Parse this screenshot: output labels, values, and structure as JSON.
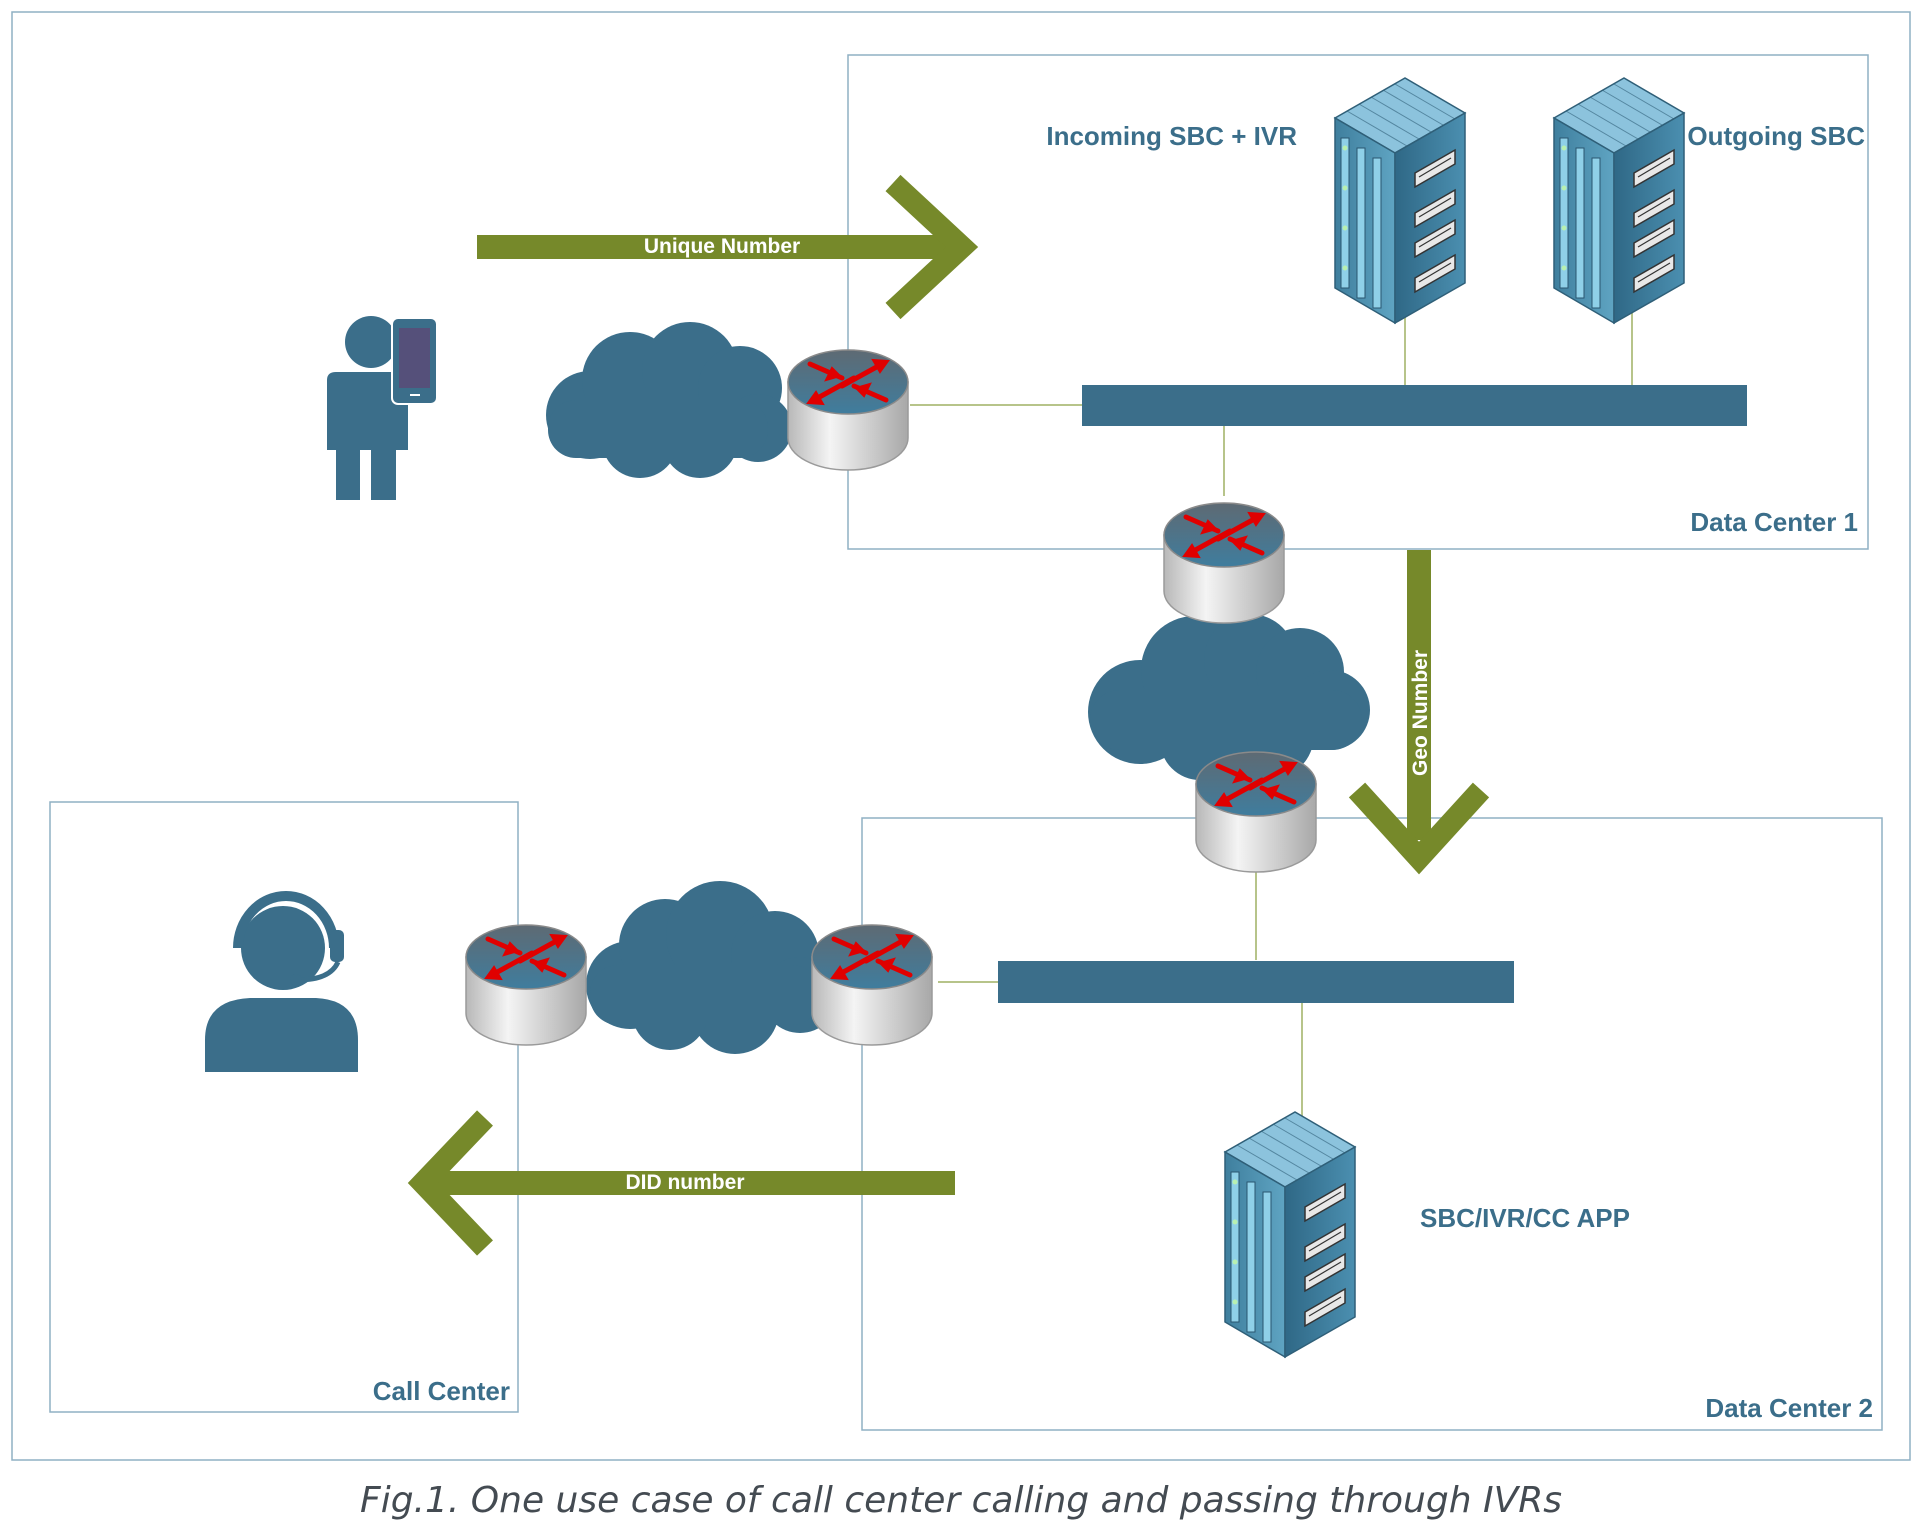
{
  "nodes": {
    "incoming_sbc_label": "Incoming SBC + IVR",
    "outgoing_sbc_label": "Outgoing SBC",
    "data_center_1_label": "Data Center 1",
    "data_center_2_label": "Data Center 2",
    "call_center_label": "Call Center",
    "sbc_ivr_cc_app_label": "SBC/IVR/CC APP"
  },
  "arrows": {
    "unique_number": "Unique Number",
    "geo_number": "Geo Number",
    "did_number": "DID number"
  },
  "caption": "Fig.1. One use case of call center calling and passing through IVRs",
  "colors": {
    "teal": "#3b6e8a",
    "arrow_green": "#76892a",
    "link_line": "#b7c48a",
    "border": "#8fb0c4"
  },
  "icons": [
    "caller-phone-icon",
    "agent-headset-icon",
    "cloud-icon",
    "router-icon",
    "server-rack-icon"
  ]
}
